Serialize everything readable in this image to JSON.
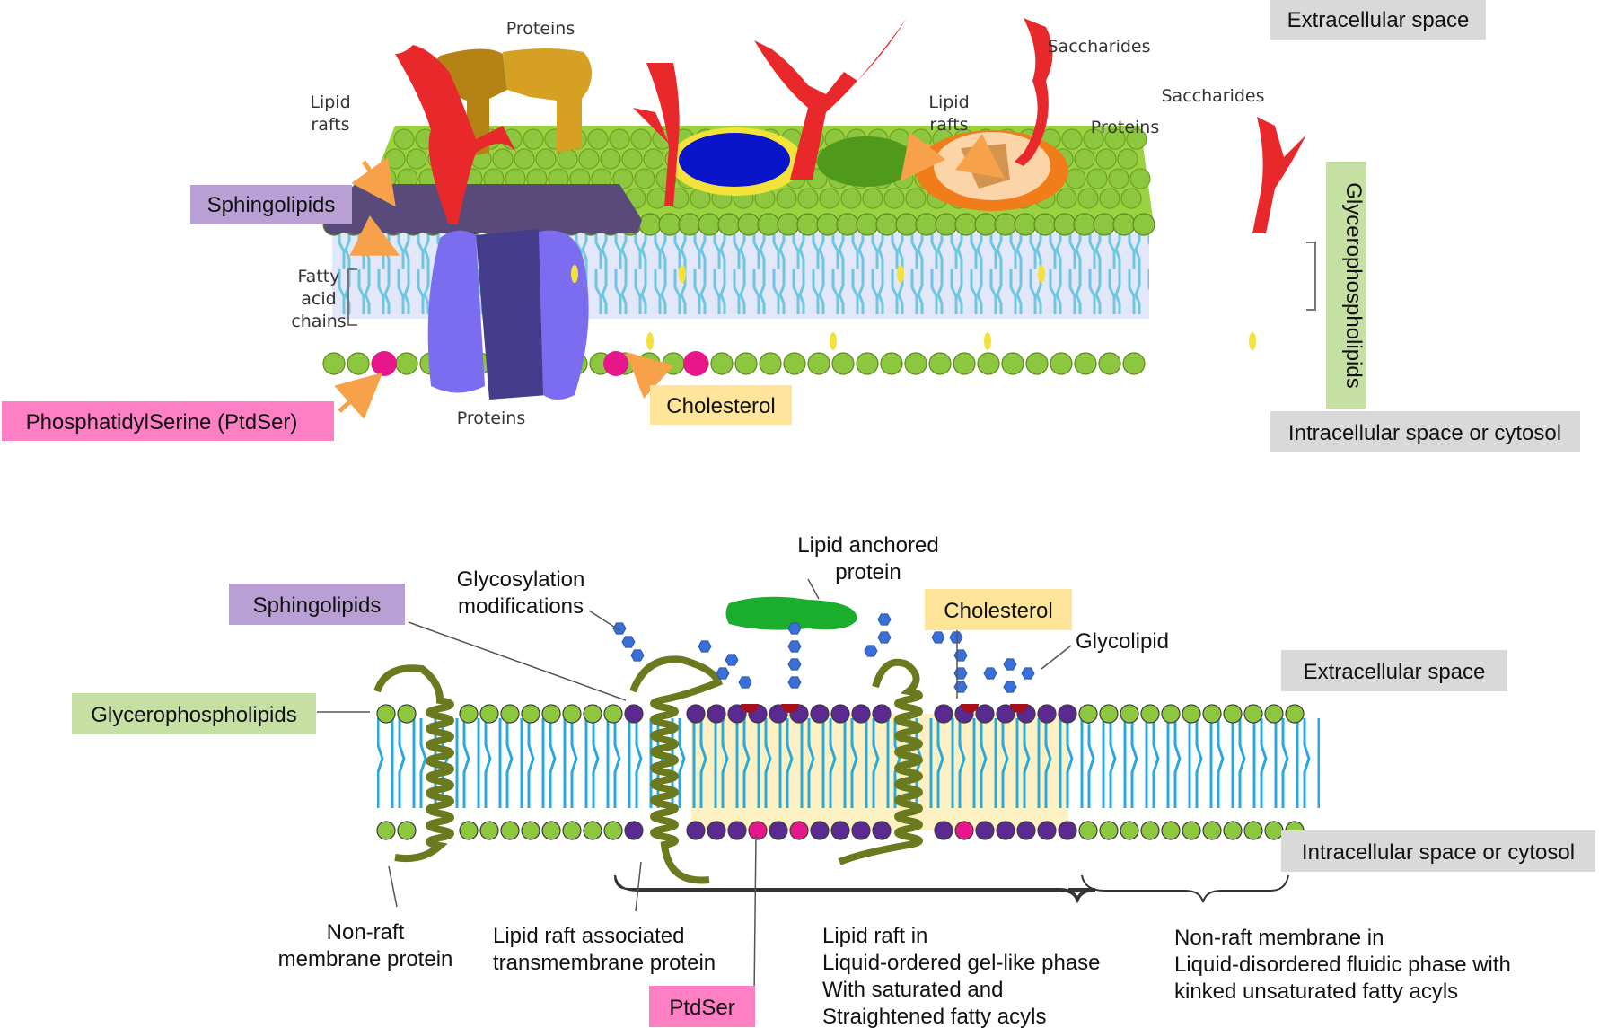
{
  "top": {
    "proteins_top": "Proteins",
    "lipid_rafts_left": [
      "Lipid",
      "rafts"
    ],
    "lipid_rafts_mid": [
      "Lipid",
      "rafts"
    ],
    "saccharides_1": "Saccharides",
    "saccharides_2": "Saccharides",
    "proteins_right": "Proteins",
    "sphingolipids": "Sphingolipids",
    "fatty_acid_chains": [
      "Fatty",
      "acid",
      "chains"
    ],
    "phosphatidylserine": "PhosphatidylSerine  (PtdSer)",
    "proteins_bottom": "Proteins",
    "cholesterol": "Cholesterol",
    "extracellular": "Extracellular space",
    "glycerophospholipids": "Glycerophospholipids",
    "intracellular": "Intracellular space or cytosol"
  },
  "bottom": {
    "sphingolipids": "Sphingolipids",
    "glycosylation": [
      "Glycosylation",
      "modifications"
    ],
    "lipid_anchored": [
      "Lipid anchored",
      "protein"
    ],
    "cholesterol": "Cholesterol",
    "glycolipid": "Glycolipid",
    "extracellular": "Extracellular space",
    "glycerophospholipids": "Glycerophospholipids",
    "intracellular": "Intracellular space or cytosol",
    "non_raft_protein": [
      "Non-raft",
      "membrane protein"
    ],
    "raft_transmembrane": [
      "Lipid raft associated",
      "transmembrane protein"
    ],
    "ptdser": "PtdSer",
    "raft_phase": [
      "Lipid raft in",
      "Liquid-ordered  gel-like phase",
      "With saturated and",
      "Straightened fatty acyls"
    ],
    "nonraft_phase": [
      "Non-raft membrane in",
      "Liquid-disordered fluidic phase with",
      "kinked unsaturated fatty acyls"
    ]
  },
  "colors": {
    "head_green": "#8dc63f",
    "tail_blue": "#6fc6e0",
    "sphingo_purple": "#5a4a7a",
    "ptdser_pink": "#e8168b",
    "protein_violet": "#7b6cf0",
    "protein_dark": "#463c8c",
    "saccharide_red": "#e8282b",
    "cholesterol_yellow": "#f3e23a",
    "box_gray": "#d9d9d9",
    "box_purple": "#b9a0d4",
    "box_green": "#c6e0a4",
    "box_yellow": "#ffe599",
    "box_pink": "#ff7fc5",
    "olive": "#6b7a1e"
  }
}
